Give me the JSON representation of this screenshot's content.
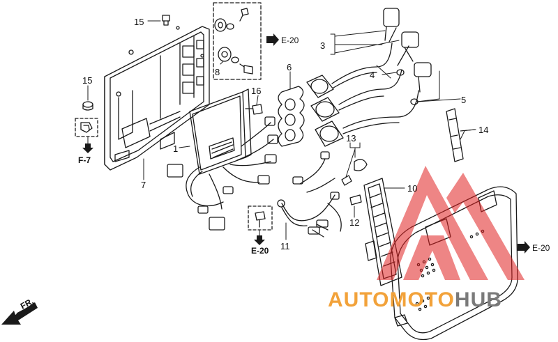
{
  "parts": [
    {
      "id": "p1",
      "label": "1"
    },
    {
      "id": "p3",
      "label": "3"
    },
    {
      "id": "p4",
      "label": "4"
    },
    {
      "id": "p5",
      "label": "5"
    },
    {
      "id": "p6",
      "label": "6"
    },
    {
      "id": "p7",
      "label": "7"
    },
    {
      "id": "p8",
      "label": "8"
    },
    {
      "id": "p10",
      "label": "10"
    },
    {
      "id": "p11",
      "label": "11"
    },
    {
      "id": "p12",
      "label": "12"
    },
    {
      "id": "p13",
      "label": "13"
    },
    {
      "id": "p14",
      "label": "14"
    },
    {
      "id": "p15a",
      "label": "15"
    },
    {
      "id": "p15b",
      "label": "15"
    },
    {
      "id": "p16",
      "label": "16"
    }
  ],
  "refs": [
    {
      "id": "ref-e20-top",
      "label": "E-20"
    },
    {
      "id": "ref-e20-bottom",
      "label": "E-20"
    },
    {
      "id": "ref-e20-right",
      "label": "E-20"
    },
    {
      "id": "ref-f7",
      "label": "F-7"
    }
  ],
  "front_label": "FR.",
  "watermark": {
    "part1": "AUTO",
    "part2": "MOTO",
    "part3": "HUB"
  },
  "colors": {
    "line": "#1a1a1a",
    "accent": "#e02020",
    "watermark_orange": "#f2a23a",
    "watermark_gray": "#7a7a7a"
  }
}
